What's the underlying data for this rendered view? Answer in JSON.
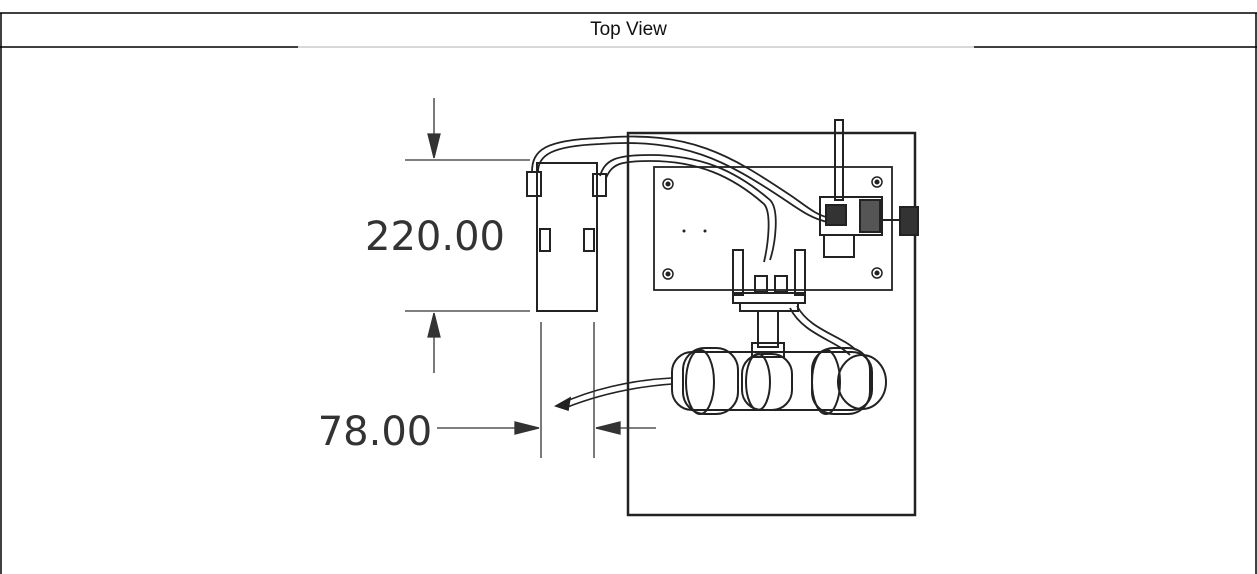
{
  "table": {
    "header": "Top View"
  },
  "drawing": {
    "dimension_height": "220.00",
    "dimension_width": "78.00"
  }
}
